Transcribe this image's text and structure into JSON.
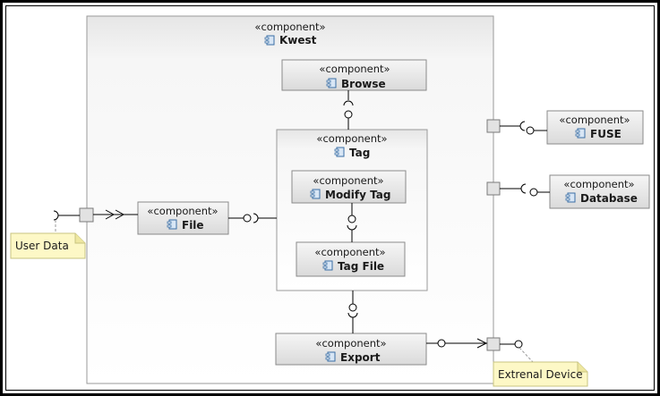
{
  "stereotype": "«component»",
  "components": {
    "kwest": "Kwest",
    "browse": "Browse",
    "tag": "Tag",
    "modify_tag": "Modify Tag",
    "tag_file": "Tag File",
    "file": "File",
    "export": "Export",
    "fuse": "FUSE",
    "database": "Database"
  },
  "notes": {
    "user_data": "User Data",
    "external_device": "Extrenal Device"
  }
}
